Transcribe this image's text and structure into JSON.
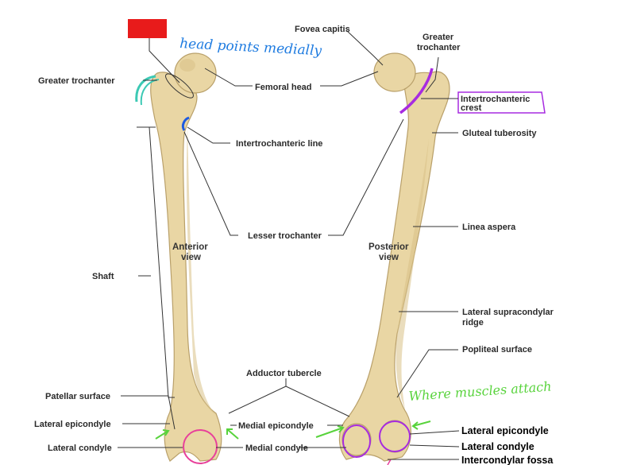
{
  "labels": {
    "fovea_capitis": "Fovea capitis",
    "greater_trochanter_left": "Greater trochanter",
    "greater_trochanter_right_1": "Greater",
    "greater_trochanter_right_2": "trochanter",
    "femoral_head": "Femoral head",
    "intertrochanteric_line": "Intertrochanteric line",
    "intertrochanteric_crest_1": "Intertrochanteric",
    "intertrochanteric_crest_2": "crest",
    "gluteal_tuberosity": "Gluteal tuberosity",
    "lesser_trochanter": "Lesser trochanter",
    "linea_aspera": "Linea aspera",
    "shaft": "Shaft",
    "lateral_supracondylar_ridge_1": "Lateral supracondylar",
    "lateral_supracondylar_ridge_2": "ridge",
    "popliteal_surface": "Popliteal surface",
    "adductor_tubercle": "Adductor tubercle",
    "patellar_surface": "Patellar surface",
    "lateral_epicondyle_left": "Lateral epicondyle",
    "medial_epicondyle": "Medial epicondyle",
    "lateral_condyle_left": "Lateral condyle",
    "medial_condyle": "Medial condyle",
    "lateral_epicondyle_right": "Lateral epicondyle",
    "lateral_condyle_right": "Lateral condyle",
    "intercondylar_fossa": "Intercondylar fossa"
  },
  "views": {
    "anterior_1": "Anterior",
    "anterior_2": "view",
    "posterior_1": "Posterior",
    "posterior_2": "view"
  },
  "annotations": {
    "head_note": "head points medially",
    "muscle_note": "Where muscles attach"
  },
  "colors": {
    "red_box": "#e81b1b",
    "blue_ink": "#1e7be0",
    "teal_ink": "#3cc9b4",
    "purple_ink": "#a72be0",
    "green_ink": "#58d33c",
    "pink_ink": "#e8409a",
    "bone": "#e9d6a4"
  }
}
